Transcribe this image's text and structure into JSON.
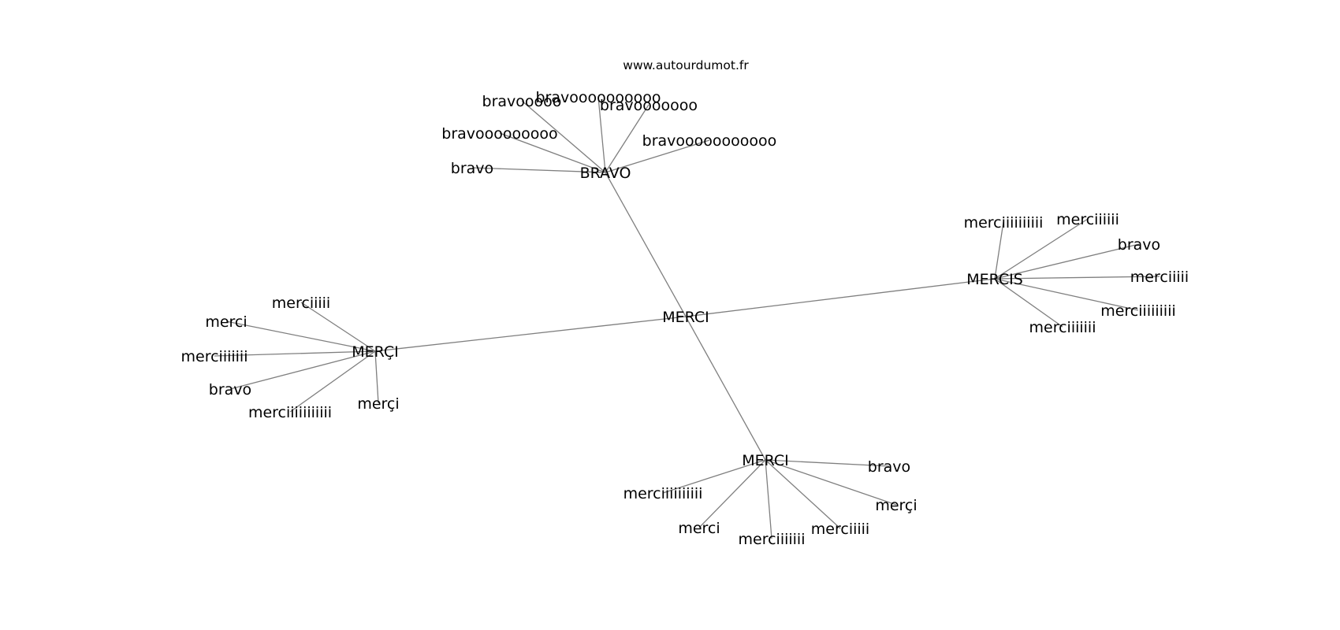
{
  "site_label": "www.autourdumot.fr",
  "colors": {
    "edge": "#7f7f7f",
    "text": "#000000",
    "background": "#ffffff"
  },
  "center": {
    "id": "merci_center",
    "label": "MERCI"
  },
  "hubs": [
    {
      "id": "bravo_hub",
      "label": "BRAVO",
      "children": [
        {
          "id": "b1",
          "label": "bravooooo"
        },
        {
          "id": "b2",
          "label": "bravoooooooooo"
        },
        {
          "id": "b3",
          "label": "bravooooooo"
        },
        {
          "id": "b4",
          "label": "bravooooooooo"
        },
        {
          "id": "b5",
          "label": "bravooooooooooo"
        },
        {
          "id": "b6",
          "label": "bravo"
        }
      ]
    },
    {
      "id": "mercis_hub",
      "label": "MERCIS",
      "children": [
        {
          "id": "s1",
          "label": "merciiiiiiiiii"
        },
        {
          "id": "s2",
          "label": "merciiiiii"
        },
        {
          "id": "s3",
          "label": "bravo"
        },
        {
          "id": "s4",
          "label": "merciiiii"
        },
        {
          "id": "s5",
          "label": "merciiiiiiiii"
        },
        {
          "id": "s6",
          "label": "merciiiiiii"
        }
      ]
    },
    {
      "id": "mercc_hub",
      "label": "MERÇI",
      "children": [
        {
          "id": "c1",
          "label": "merciiiii"
        },
        {
          "id": "c2",
          "label": "merci"
        },
        {
          "id": "c3",
          "label": "merciiiiiii"
        },
        {
          "id": "c4",
          "label": "bravo"
        },
        {
          "id": "c5",
          "label": "merciiiiiiiiiii"
        },
        {
          "id": "c6",
          "label": "merçi"
        }
      ]
    },
    {
      "id": "merci2_hub",
      "label": "MERCI",
      "children": [
        {
          "id": "m1",
          "label": "bravo"
        },
        {
          "id": "m2",
          "label": "merciiiiiiiiii"
        },
        {
          "id": "m3",
          "label": "merçi"
        },
        {
          "id": "m4",
          "label": "merci"
        },
        {
          "id": "m5",
          "label": "merciiiiiii"
        },
        {
          "id": "m6",
          "label": "merciiiii"
        }
      ]
    }
  ]
}
